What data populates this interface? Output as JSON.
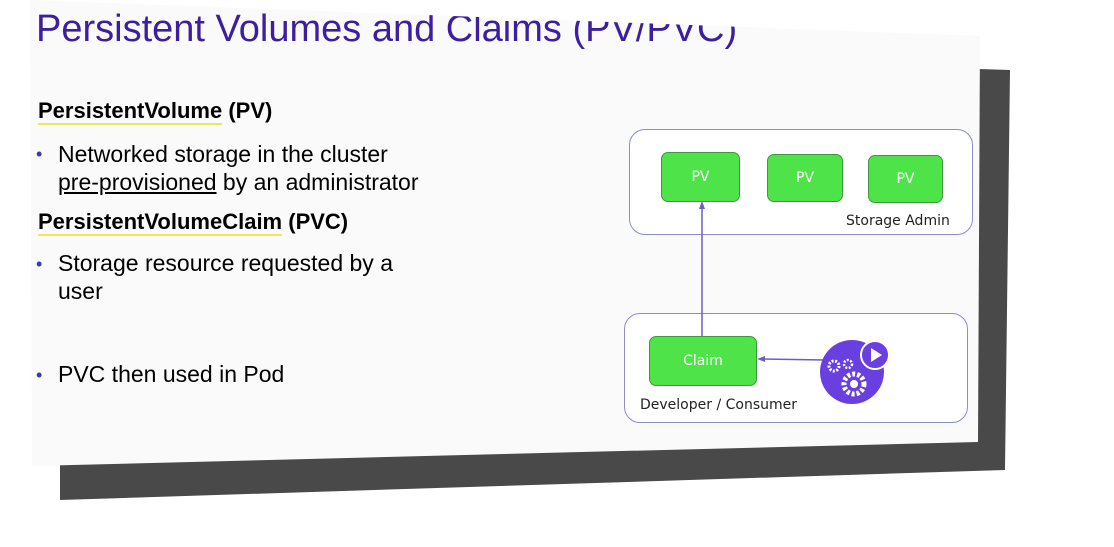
{
  "title": "Persistent Volumes and Claims (PV/PVC)",
  "sections": [
    {
      "heading_term": "PersistentVolume",
      "heading_suffix": " (PV)",
      "bullets": [
        {
          "line1": "Networked storage in the cluster",
          "line2_underlined": "pre-provisioned",
          "line2_rest": " by an administrator"
        }
      ]
    },
    {
      "heading_term": "PersistentVolumeClaim",
      "heading_suffix": " (PVC)",
      "bullets": [
        {
          "line1": "Storage resource requested by a",
          "line2": "user"
        },
        {
          "line1": "PVC then used in Pod"
        }
      ]
    }
  ],
  "bullet_char": "•",
  "diagram": {
    "storage_admin_label": "Storage Admin",
    "pvs": [
      "PV",
      "PV",
      "PV"
    ],
    "claim_label": "Claim",
    "consumer_label": "Developer / Consumer",
    "app_icon": "gears-play-icon",
    "colors": {
      "pv_fill": "#4fe34a",
      "accent": "#6a3fe0",
      "title": "#3b1fa0"
    }
  }
}
